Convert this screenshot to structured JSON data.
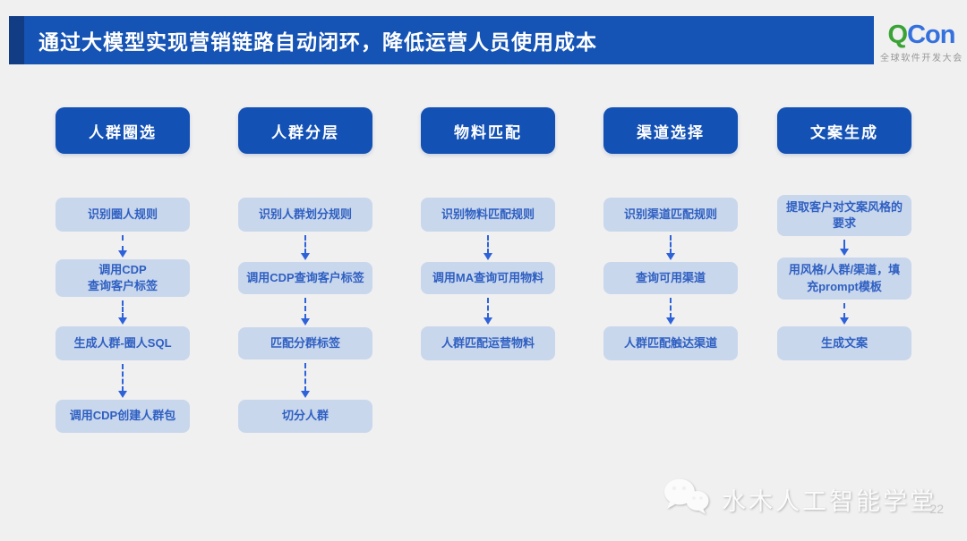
{
  "header": {
    "title": "通过大模型实现营销链路自动闭环，降低运营人员使用成本"
  },
  "logo": {
    "q": "Q",
    "con": "Con",
    "subtitle": "全球软件开发大会"
  },
  "columns": [
    {
      "header": "人群圈选",
      "steps": [
        "识别圈人规则",
        "调用CDP\n查询客户标签",
        "生成人群-圈人SQL",
        "调用CDP创建人群包"
      ]
    },
    {
      "header": "人群分层",
      "steps": [
        "识别人群划分规则",
        "调用CDP查询客户标签",
        "匹配分群标签",
        "切分人群"
      ]
    },
    {
      "header": "物料匹配",
      "steps": [
        "识别物料匹配规则",
        "调用MA查询可用物料",
        "人群匹配运营物料"
      ]
    },
    {
      "header": "渠道选择",
      "steps": [
        "识别渠道匹配规则",
        "查询可用渠道",
        "人群匹配触达渠道"
      ]
    },
    {
      "header": "文案生成",
      "steps": [
        "提取客户对文案风格的要求",
        "用风格/人群/渠道，填充prompt模板",
        "生成文案"
      ]
    }
  ],
  "watermark": {
    "icon": "wechat-icon",
    "text": "水木人工智能学堂",
    "page_number": "22"
  },
  "colors": {
    "background": "#F0F0F1",
    "title_bar": "#1553B5",
    "title_accent": "#123C84",
    "header_button": "#1351B5",
    "step_box": "#C9D7EC",
    "step_text": "#2E5FC2",
    "arrow": "#2E62D9",
    "logo_green": "#3AA335",
    "logo_blue": "#3470DE"
  }
}
